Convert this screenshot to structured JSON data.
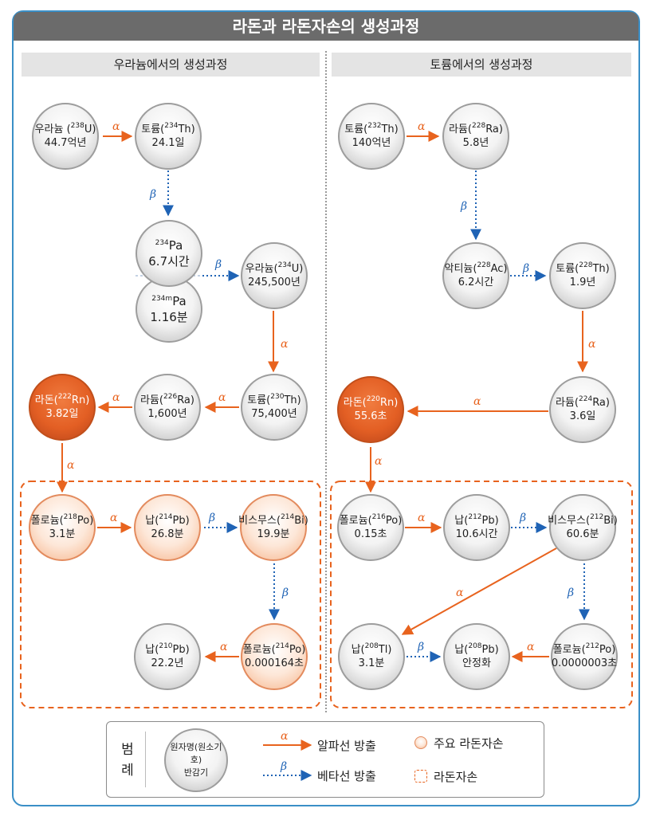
{
  "title": "라돈과 라돈자손의 생성과정",
  "sections": {
    "uranium": "우라늄에서의 생성과정",
    "thorium": "토륨에서의 생성과정"
  },
  "symbols": {
    "alpha": "α",
    "beta": "β"
  },
  "nodes": {
    "u238": {
      "pre": "우라늄 (",
      "mass": "238",
      "post": "U)",
      "half": "44.7억년"
    },
    "th234": {
      "pre": "토륨(",
      "mass": "234",
      "post": "Th)",
      "half": "24.1일"
    },
    "pa234": {
      "pre": "",
      "mass": "234",
      "post": "Pa",
      "half": "6.7시간"
    },
    "pa234m": {
      "pre": "",
      "mass": "234m",
      "post": "Pa",
      "half": "1.16분"
    },
    "u234": {
      "pre": "우라늄(",
      "mass": "234",
      "post": "U)",
      "half": "245,500년"
    },
    "th230": {
      "pre": "토륨(",
      "mass": "230",
      "post": "Th)",
      "half": "75,400년"
    },
    "ra226": {
      "pre": "라듐(",
      "mass": "226",
      "post": "Ra)",
      "half": "1,600년"
    },
    "rn222": {
      "pre": "라돈(",
      "mass": "222",
      "post": "Rn)",
      "half": "3.82일"
    },
    "po218": {
      "pre": "폴로늄(",
      "mass": "218",
      "post": "Po)",
      "half": "3.1분"
    },
    "pb214": {
      "pre": "납(",
      "mass": "214",
      "post": "Pb)",
      "half": "26.8분"
    },
    "bi214": {
      "pre": "비스무스(",
      "mass": "214",
      "post": "Bi)",
      "half": "19.9분"
    },
    "po214": {
      "pre": "폴로늄(",
      "mass": "214",
      "post": "Po)",
      "half": "0.000164초"
    },
    "pb210": {
      "pre": "납(",
      "mass": "210",
      "post": "Pb)",
      "half": "22.2년"
    },
    "th232": {
      "pre": "토륨(",
      "mass": "232",
      "post": "Th)",
      "half": "140억년"
    },
    "ra228": {
      "pre": "라듐(",
      "mass": "228",
      "post": "Ra)",
      "half": "5.8년"
    },
    "ac228": {
      "pre": "악티늄(",
      "mass": "228",
      "post": "Ac)",
      "half": "6.2시간"
    },
    "th228": {
      "pre": "토륨(",
      "mass": "228",
      "post": "Th)",
      "half": "1.9년"
    },
    "ra224": {
      "pre": "라듐(",
      "mass": "224",
      "post": "Ra)",
      "half": "3.6일"
    },
    "rn220": {
      "pre": "라돈(",
      "mass": "220",
      "post": "Rn)",
      "half": "55.6초"
    },
    "po216": {
      "pre": "폴로늄(",
      "mass": "216",
      "post": "Po)",
      "half": "0.15초"
    },
    "pb212": {
      "pre": "납(",
      "mass": "212",
      "post": "Pb)",
      "half": "10.6시간"
    },
    "bi212": {
      "pre": "비스무스(",
      "mass": "212",
      "post": "Bi)",
      "half": "60.6분"
    },
    "po212": {
      "pre": "폴로늄(",
      "mass": "212",
      "post": "Po)",
      "half": "0.0000003초"
    },
    "tl208": {
      "pre": "납(",
      "mass": "208",
      "post": "Tl)",
      "half": "3.1분"
    },
    "pb208": {
      "pre": "납(",
      "mass": "208",
      "post": "Pb)",
      "half": "안정화"
    }
  },
  "legend": {
    "title_top": "범",
    "title_bottom": "례",
    "node_line1": "원자명(원소기호)",
    "node_line2": "반감기",
    "alpha_label": "알파선 방출",
    "beta_label": "베타선 방출",
    "progeny_label": "주요 라돈자손",
    "group_label": "라돈자손"
  },
  "colors": {
    "alpha": "#e8631e",
    "beta": "#1f63b5",
    "radon": "#e35f24",
    "header": "#6b6b6b",
    "border": "#3a8fc7"
  }
}
